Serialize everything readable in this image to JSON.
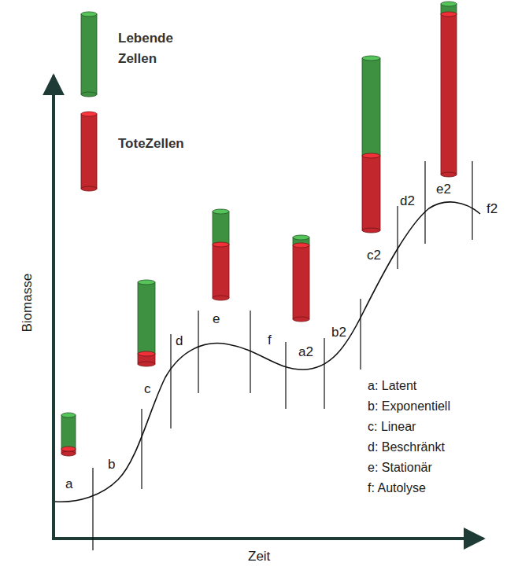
{
  "diagram": {
    "labels": [
      "Biomasse",
      "Zeit",
      "a",
      "b",
      "c",
      "d",
      "e",
      "f",
      "a2",
      "b2",
      "c2",
      "d2",
      "e2",
      "f2",
      "a: Latent",
      "b: Exponentiell",
      "c: Linear",
      "d: Beschränkt",
      "e: Stationär",
      "f: Autolyse"
    ],
    "legend": [
      {
        "text": "Lebende Zellen",
        "color": "#3f9142"
      },
      {
        "text": "ToteZellen",
        "color": "#c1272d"
      }
    ]
  }
}
